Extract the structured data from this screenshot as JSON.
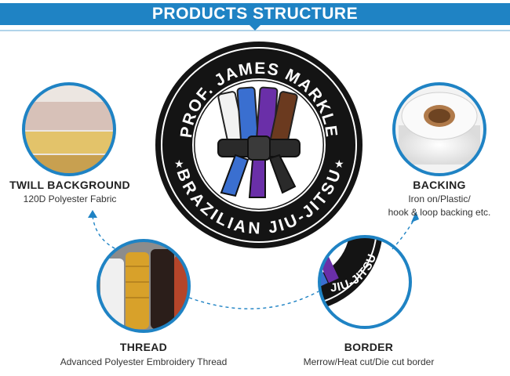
{
  "header": {
    "title": "PRODUCTS STRUCTURE"
  },
  "patch": {
    "top_text": "PROF. JAMES MARKLE",
    "bottom_text": "BRAZILIAN JIU-JITSU"
  },
  "sections": {
    "twill": {
      "title": "TWILL BACKGROUND",
      "desc": "120D Polyester Fabric"
    },
    "backing": {
      "title": "BACKING",
      "desc_line1": "Iron on/Plastic/",
      "desc_line2": "hook & loop backing etc."
    },
    "thread": {
      "title": "THREAD",
      "desc": "Advanced Polyester Embroidery Thread"
    },
    "border": {
      "title": "BORDER",
      "desc": "Merrow/Heat cut/Die cut border",
      "detail_text": "JIU-JITSU"
    }
  },
  "colors": {
    "accent": "#1f83c4",
    "patch_black": "#141414",
    "belt_white": "#f2f2f2",
    "belt_blue": "#3a6fd0",
    "belt_purple": "#6a2fa8",
    "belt_brown": "#6b3a1f",
    "belt_black": "#2a2a2a"
  },
  "icons": {
    "star": "star-icon",
    "arrow": "dashed-arrow-icon"
  }
}
